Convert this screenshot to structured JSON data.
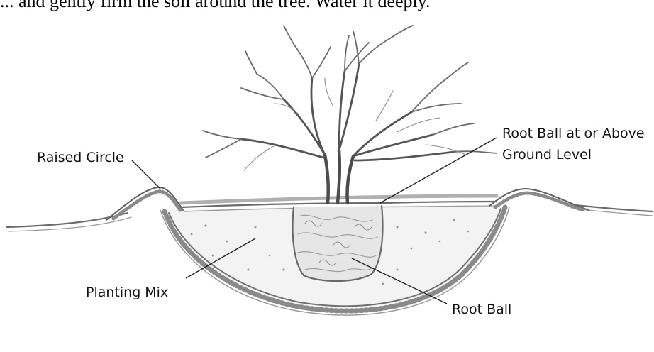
{
  "header_text": "... and gently firm the soil around the tree. Water it deeply.",
  "labels": {
    "raised_circle": "Raised Circle",
    "root_ball_level_line1": "Root Ball at or Above",
    "root_ball_level_line2": "Ground Level",
    "planting_mix": "Planting Mix",
    "root_ball": "Root Ball"
  }
}
